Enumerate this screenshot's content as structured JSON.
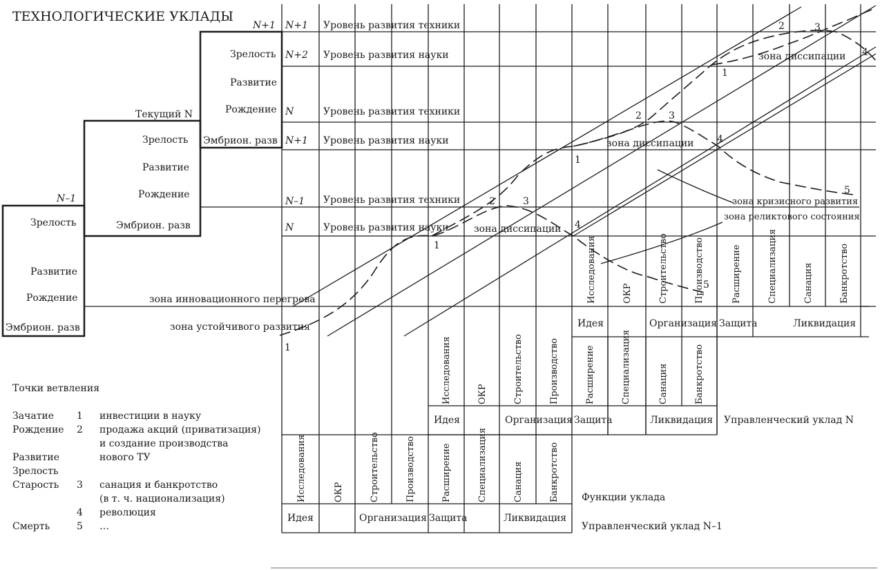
{
  "title": "ТЕХНОЛОГИЧЕСКИЕ УКЛАДЫ",
  "stages": {
    "embryo": "Эмбрион. разв",
    "birth": "Рождение",
    "development": "Развитие",
    "maturity": "Зрелость"
  },
  "columns": {
    "left": {
      "label": "N–1",
      "embryo": "Эмбрион. разв",
      "birth": "Рождение",
      "development": "Развитие",
      "maturity": "Зрелость"
    },
    "middle": {
      "label": "Текущий N",
      "embryo": "Эмбрион. разв",
      "birth": "Рождение",
      "development": "Развитие",
      "maturity": "Зрелость"
    },
    "right": {
      "label": "N+1",
      "embryo": "Эмбрион. разв",
      "birth": "Рождение",
      "development": "Развитие",
      "maturity": "Зрелость"
    }
  },
  "levels": [
    {
      "code": "N+1",
      "text": "Уровень развития техники"
    },
    {
      "code": "N+2",
      "text": "Уровень развития науки"
    },
    {
      "code": "N",
      "text": "Уровень развития техники"
    },
    {
      "code": "N+1",
      "text": "Уровень развития науки"
    },
    {
      "code": "N–1",
      "text": "Уровень развития техники"
    },
    {
      "code": "N",
      "text": "Уровень развития науки"
    }
  ],
  "zones": {
    "dissipation": "зона диссипации",
    "innovation_overheat": "зона инновационного перегрева",
    "sustainable": "зона устойчивого развития",
    "crisis": "зона кризисного развития",
    "relict": "зона реликтового состояния"
  },
  "point_labels": [
    "1",
    "2",
    "3",
    "4",
    "5"
  ],
  "functions": [
    "Исследования",
    "ОКР",
    "Строительство",
    "Производство",
    "Расширение",
    "Специализация",
    "Санация",
    "Банкротство"
  ],
  "management_groups": [
    "Идея",
    "Организация",
    "Защита",
    "Ликвидация"
  ],
  "captions": {
    "functions_of_order": "Функции уклада",
    "mgmt_n": "Управленческий уклад N",
    "mgmt_n_minus_1": "Управленческий уклад N–1"
  },
  "legend": {
    "heading": "Точки ветвления",
    "rows": [
      {
        "stage": "Зачатие",
        "num": "1",
        "text": "инвестиции в науку"
      },
      {
        "stage": "Рождение",
        "num": "2",
        "text": "продажа акций (приватизация)"
      },
      {
        "stage": "",
        "num": "",
        "text": "и создание производства"
      },
      {
        "stage": "Развитие",
        "num": "",
        "text": "нового ТУ"
      },
      {
        "stage": "Зрелость",
        "num": "",
        "text": ""
      },
      {
        "stage": "Старость",
        "num": "3",
        "text": "санация и банкротство"
      },
      {
        "stage": "",
        "num": "",
        "text": "(в т. ч. национализация)"
      },
      {
        "stage": "",
        "num": "4",
        "text": "революция"
      },
      {
        "stage": "Смерть",
        "num": "5",
        "text": "…"
      }
    ]
  }
}
